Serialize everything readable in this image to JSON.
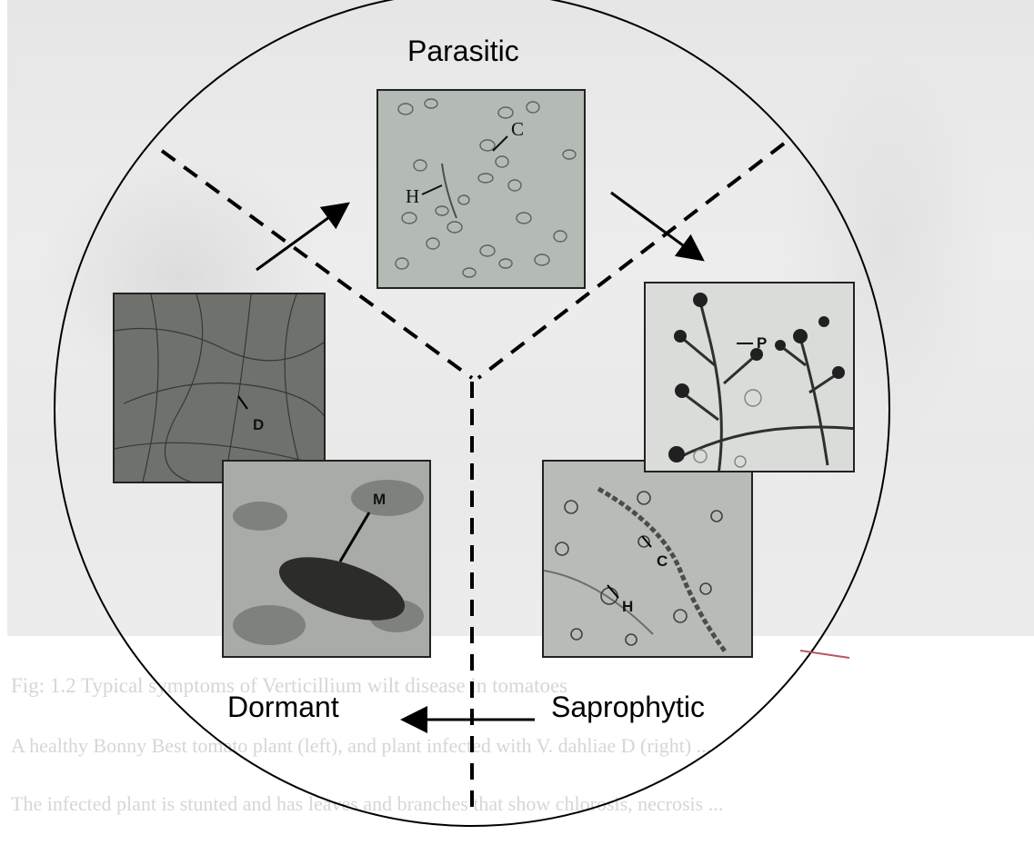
{
  "stages": {
    "parasitic": "Parasitic",
    "dormant": "Dormant",
    "saprophytic": "Saprophytic"
  },
  "micrographs": {
    "conidia": {
      "labels": [
        "C",
        "H"
      ]
    },
    "dark_hyphae": {
      "labels": [
        "D"
      ]
    },
    "microsclerotia": {
      "labels": [
        "M"
      ]
    },
    "conidia_hyphae": {
      "labels": [
        "C",
        "H"
      ]
    },
    "phialides": {
      "labels": [
        "P"
      ]
    }
  },
  "background_caption": {
    "line1": "Fig: 1.2 Typical symptoms of Verticillium wilt disease in tomatoes",
    "line2": "A healthy Bonny Best tomato plant (left), and plant infected with V. dahliae D (right) ...",
    "line3": "The infected plant is stunted and has leaves and branches that show chlorosis, necrosis ..."
  },
  "colors": {
    "ink": "#000000",
    "background_photo": "#e8e8e8",
    "faded_text": "#d6d6d6",
    "red_mark": "#b85560"
  }
}
